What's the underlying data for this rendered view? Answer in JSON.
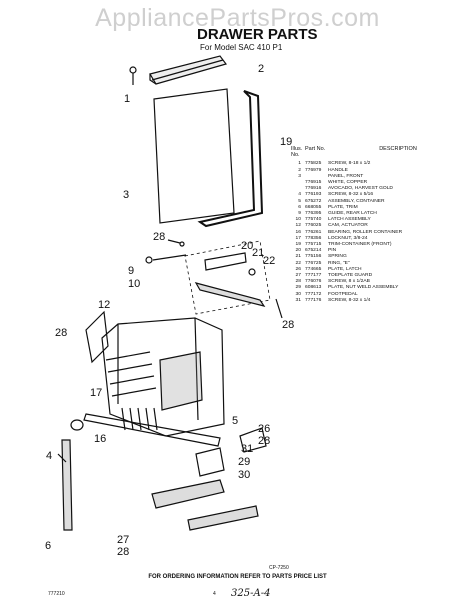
{
  "watermark": "AppliancePartsPros.com",
  "title": "DRAWER PARTS",
  "subtitle": "For Model SAC 410 P1",
  "table": {
    "headers": {
      "no": "Illus. No.",
      "part": "Part No.",
      "desc": "DESCRIPTION"
    },
    "rows": [
      {
        "no": "1",
        "part": "775825",
        "desc": "SCREW, 8-18 x 1/2"
      },
      {
        "no": "2",
        "part": "776979",
        "desc": "HANDLE"
      },
      {
        "no": "3",
        "part": "",
        "desc": "PANEL, FRONT"
      },
      {
        "no": "",
        "part": "776915",
        "desc": "WHITE, COPPER"
      },
      {
        "no": "",
        "part": "776916",
        "desc": "AVOCADO, HARVEST GOLD"
      },
      {
        "no": "4",
        "part": "776193",
        "desc": "SCREW, 8-32 x 5/16"
      },
      {
        "no": "5",
        "part": "675272",
        "desc": "ASSEMBLY, CONTAINER"
      },
      {
        "no": "6",
        "part": "668055",
        "desc": "PLATE, TRIM"
      },
      {
        "no": "9",
        "part": "776395",
        "desc": "GUIDE, REAR LATCH"
      },
      {
        "no": "10",
        "part": "775740",
        "desc": "LATCH ASSEMBLY"
      },
      {
        "no": "12",
        "part": "776025",
        "desc": "CAM, ACTUATOR"
      },
      {
        "no": "16",
        "part": "776261",
        "desc": "BEARING, ROLLER CONTAINER"
      },
      {
        "no": "17",
        "part": "778356",
        "desc": "LOCKNUT, 3/8-24"
      },
      {
        "no": "19",
        "part": "775715",
        "desc": "TRIM-CONTAINER (FRONT)"
      },
      {
        "no": "20",
        "part": "675214",
        "desc": "PIN"
      },
      {
        "no": "21",
        "part": "775156",
        "desc": "SPRING"
      },
      {
        "no": "22",
        "part": "776725",
        "desc": "RING, \"E\""
      },
      {
        "no": "26",
        "part": "774665",
        "desc": "PLATE, LATCH"
      },
      {
        "no": "27",
        "part": "777177",
        "desc": "TOEPLATE GUARD"
      },
      {
        "no": "28",
        "part": "776076",
        "desc": "SCREW, 8 x 1/2AB"
      },
      {
        "no": "29",
        "part": "608613",
        "desc": "PLATE, NUT WELD ASSEMBLY"
      },
      {
        "no": "30",
        "part": "777172",
        "desc": "FOOTPEDAL"
      },
      {
        "no": "31",
        "part": "777176",
        "desc": "SCREW, 8-32 x 1/4"
      }
    ]
  },
  "callouts": [
    "1",
    "2",
    "3",
    "19",
    "28",
    "20",
    "21",
    "22",
    "9",
    "10",
    "28",
    "12",
    "28",
    "17",
    "5",
    "16",
    "31",
    "26",
    "28",
    "4",
    "29",
    "30",
    "27",
    "28",
    "6"
  ],
  "fig_code": "CP-7250",
  "footer": "FOR ORDERING INFORMATION REFER TO PARTS PRICE LIST",
  "doc_number": "777210",
  "page_number": "4",
  "handwriting": "325-A-4"
}
